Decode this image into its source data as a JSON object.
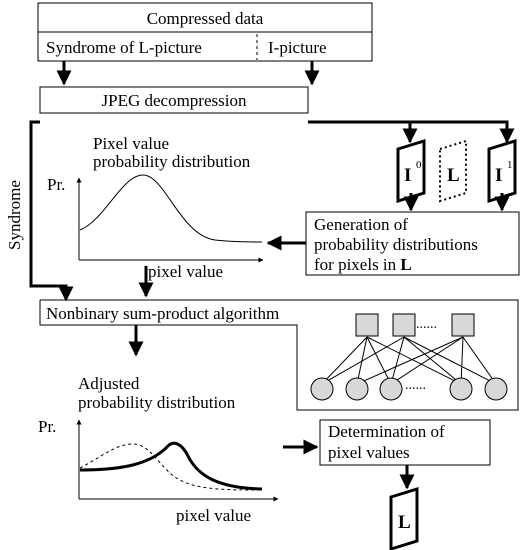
{
  "compressed_box": {
    "title": "Compressed data",
    "left_field": "Syndrome of L-picture",
    "right_field": "I-picture"
  },
  "jpeg_box": {
    "label": "JPEG decompression"
  },
  "syndrome_label": "Syndrome",
  "pixel_chart": {
    "title_line1": "Pixel value",
    "title_line2": "probability distribution",
    "y_label": "Pr.",
    "x_label": "pixel value"
  },
  "frames": {
    "i0_letter": "I",
    "i0_sup": "0",
    "l_letter": "L",
    "i1_letter": "I",
    "i1_sup": "1"
  },
  "generation_box": {
    "line1": "Generation of",
    "line2": "probability distributions",
    "line3_prefix": "for pixels in ",
    "line3_bold": "L"
  },
  "sum_product_box": {
    "label": "Nonbinary sum-product algorithm"
  },
  "adjusted_chart": {
    "title_line1": "Adjusted",
    "title_line2": "probability distribution",
    "y_label": "Pr.",
    "x_label": "pixel value"
  },
  "determination_box": {
    "line1": "Determination of",
    "line2": "pixel values"
  },
  "output_frame": {
    "letter": "L"
  },
  "factor_graph": {
    "check_ellipsis": "......",
    "variable_ellipsis": "......"
  }
}
